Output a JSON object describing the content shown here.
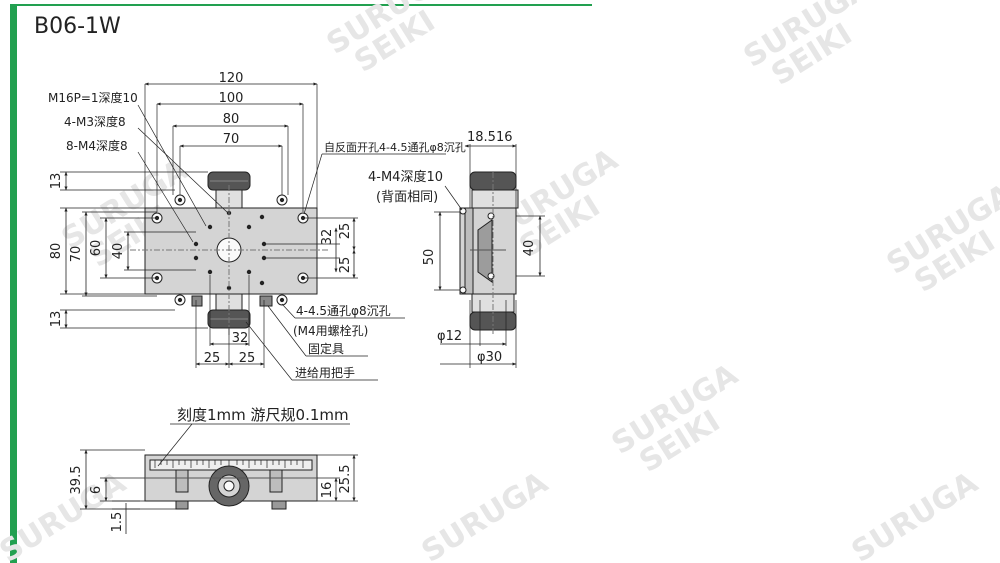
{
  "title": "B06-1W",
  "watermark": {
    "line1": "SURUGA",
    "line2": "SEIKI"
  },
  "top_view": {
    "dim_120": "120",
    "dim_100": "100",
    "dim_80": "80",
    "dim_70": "70",
    "dim_13_top": "13",
    "dim_80_left": "80",
    "dim_70_left": "70",
    "dim_60_left": "60",
    "dim_40_left": "40",
    "dim_13_bottom": "13",
    "dim_32_right": "32",
    "dim_25_right_a": "25",
    "dim_25_right_b": "25",
    "dim_32_bottom": "32",
    "dim_25_bottom_a": "25",
    "dim_25_bottom_b": "25",
    "label_m16": "M16P=1深度10",
    "label_m3": "4-M3深度8",
    "label_m4": "8-M4深度8",
    "label_back_holes": "自反面开孔4-4.5通孔φ8沉孔",
    "label_through": "4-4.5通孔φ8沉孔",
    "label_m4_bolt": "(M4用螺栓孔)",
    "label_lock": "固定具",
    "label_handle": "进给用把手"
  },
  "side_view": {
    "dim_18516": "18.516",
    "label_m4_back_1": "4-M4深度10",
    "label_m4_back_2": "(背面相同)",
    "dim_50": "50",
    "dim_40": "40",
    "dim_phi12": "φ12",
    "dim_phi30": "φ30"
  },
  "front_view": {
    "label_scale": "刻度1mm 游尺规0.1mm",
    "dim_395": "39.5",
    "dim_6": "6",
    "dim_15": "1.5",
    "dim_16": "16",
    "dim_255": "25.5"
  }
}
